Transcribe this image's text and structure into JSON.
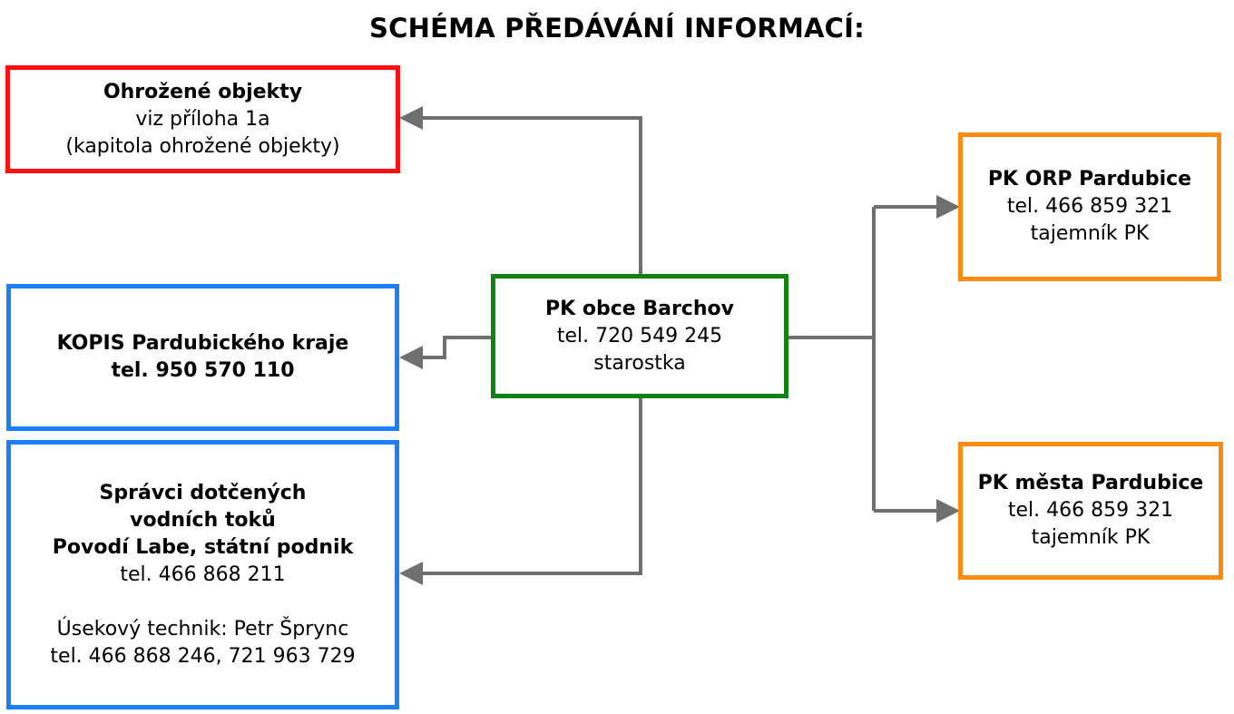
{
  "title": "SCHÉMA PŘEDÁVÁNÍ INFORMACÍ:",
  "colors": {
    "red": "#ff1010",
    "blue": "#1a80ff",
    "green": "#128212",
    "orange": "#ff8a10",
    "connector": "#6f6f6f"
  },
  "nodes": {
    "threatened": {
      "name": "Ohrožené objekty",
      "line2": "viz příloha 1a",
      "line3": "(kapitola ohrožené objekty)"
    },
    "kopis": {
      "name": "KOPIS Pardubického kraje",
      "phone": "tel. 950 570 110"
    },
    "spravci": {
      "line1": "Správci dotčených",
      "line2": "vodních toků",
      "line3": "Povodí Labe, státní podnik",
      "phone": "tel. 466 868 211",
      "technician": "Úsekový technik: Petr Šprync",
      "technician_phone": "tel. 466 868 246, 721 963 729"
    },
    "barchov": {
      "name": "PK obce Barchov",
      "phone": "tel. 720 549 245",
      "role": "starostka"
    },
    "orp": {
      "name": "PK ORP Pardubice",
      "phone": "tel. 466 859 321",
      "role": "tajemník PK"
    },
    "mesto": {
      "name": "PK města Pardubice",
      "phone": "tel. 466 859 321",
      "role": "tajemník PK"
    }
  }
}
